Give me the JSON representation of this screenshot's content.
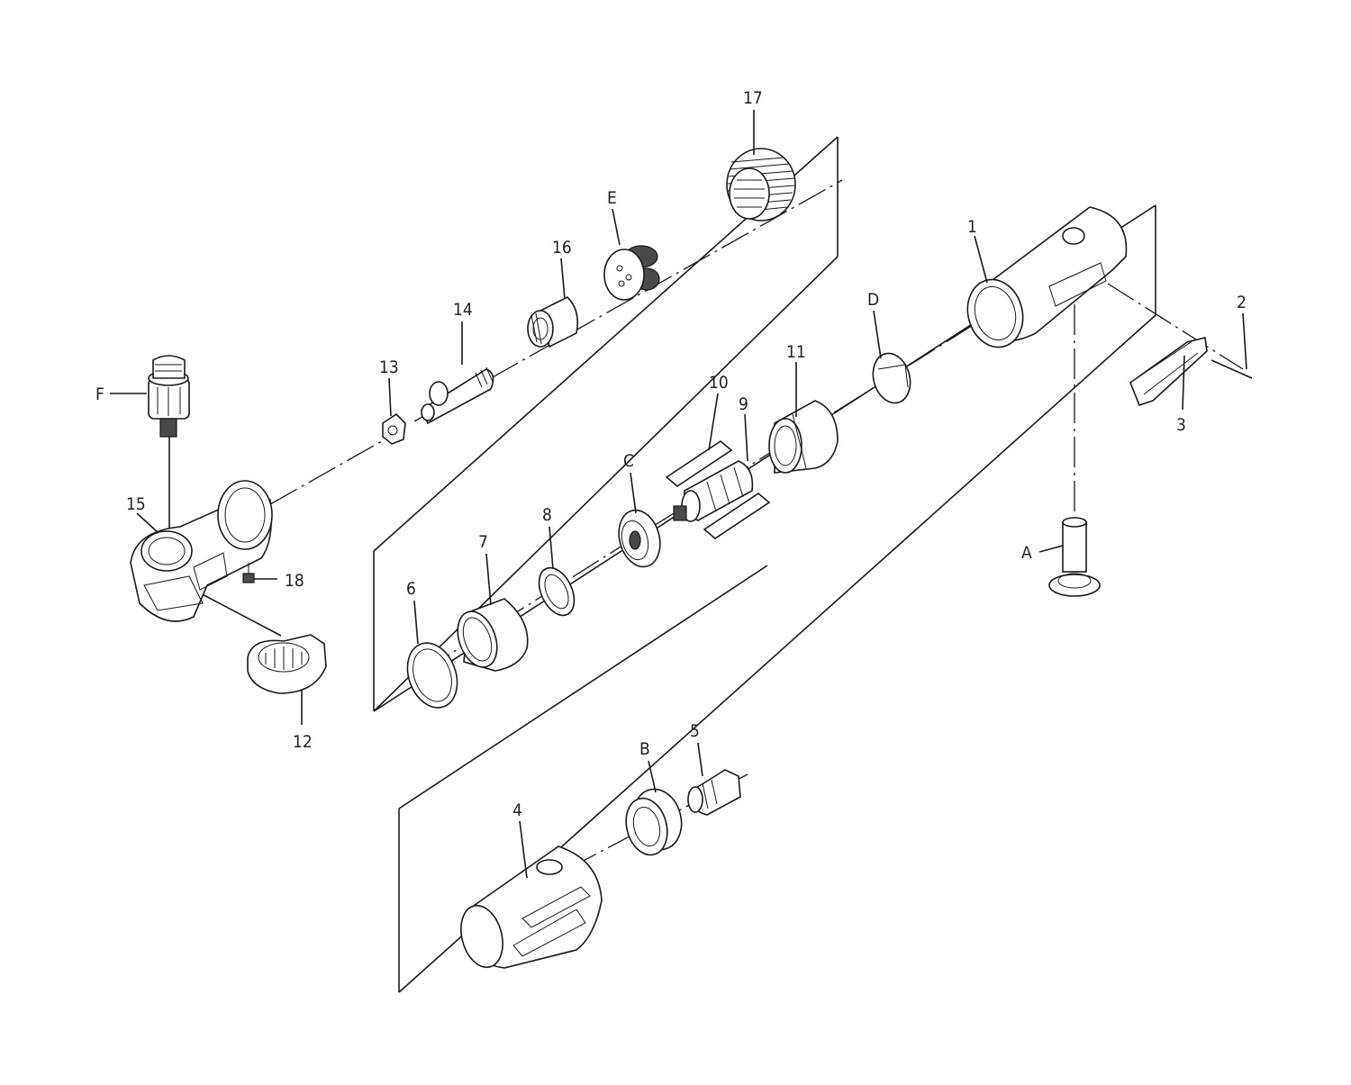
{
  "diagram": {
    "labels": {
      "p1": "1",
      "p2": "2",
      "p3": "3",
      "p4": "4",
      "p5": "5",
      "p6": "6",
      "p7": "7",
      "p8": "8",
      "p9": "9",
      "p10": "10",
      "p11": "11",
      "p12": "12",
      "p13": "13",
      "p14": "14",
      "p15": "15",
      "p16": "16",
      "p17": "17",
      "p18": "18",
      "pA": "A",
      "pB": "B",
      "pC": "C",
      "pD": "D",
      "pE": "E",
      "pF": "F"
    }
  }
}
